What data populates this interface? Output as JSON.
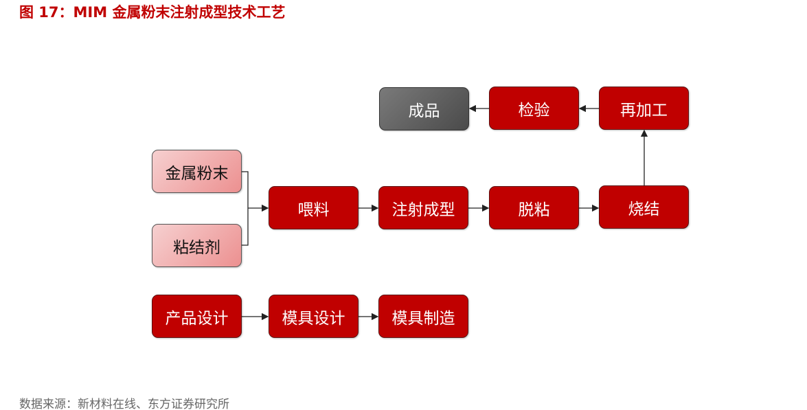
{
  "title": "图 17：MIM 金属粉末注射成型技术工艺",
  "source": "数据来源：新材料在线、东方证券研究所",
  "nodes": {
    "finished": "成品",
    "inspect": "检验",
    "reprocess": "再加工",
    "metal_powder": "金属粉末",
    "binder": "粘结剂",
    "feedstock": "喂料",
    "injection": "注射成型",
    "debinding": "脱粘",
    "sintering": "烧结",
    "product_design": "产品设计",
    "mold_design": "模具设计",
    "mold_making": "模具制造"
  },
  "colors": {
    "accent": "#c00000",
    "gray": "#5a5a5a",
    "pink": "#ec9090"
  }
}
